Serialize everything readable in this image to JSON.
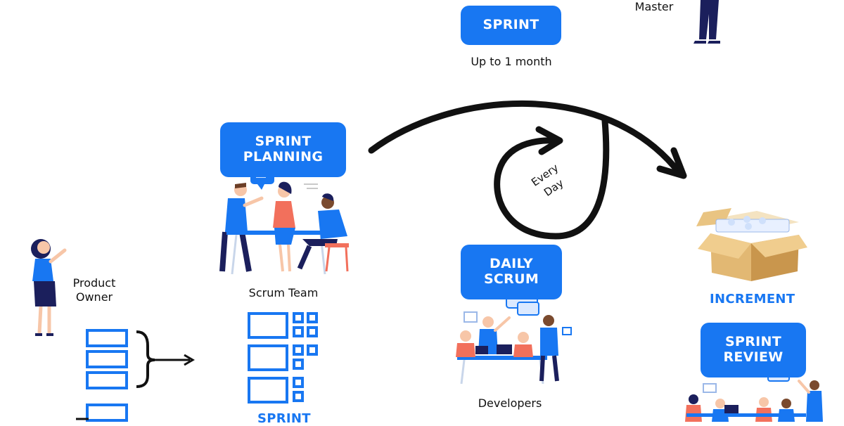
{
  "labels": {
    "sprint": "SPRINT",
    "sprint_duration": "Up to 1 month",
    "scrum_master_partial": "Master",
    "sprint_planning_line1": "SPRINT",
    "sprint_planning_line2": "PLANNING",
    "scrum_team": "Scrum Team",
    "product_owner_line1": "Product",
    "product_owner_line2": "Owner",
    "every_day_line1": "Every",
    "every_day_line2": "Day",
    "daily_scrum_line1": "DAILY",
    "daily_scrum_line2": "SCRUM",
    "developers": "Developers",
    "increment": "INCREMENT",
    "sprint_review_line1": "SPRINT",
    "sprint_review_line2": "REVIEW",
    "sprint_backlog_partial": "SPRINT"
  },
  "colors": {
    "accent": "#1877f2",
    "dark": "#111111",
    "navy": "#1b1f5c",
    "coral": "#f2705c",
    "box": "#e2b873"
  }
}
